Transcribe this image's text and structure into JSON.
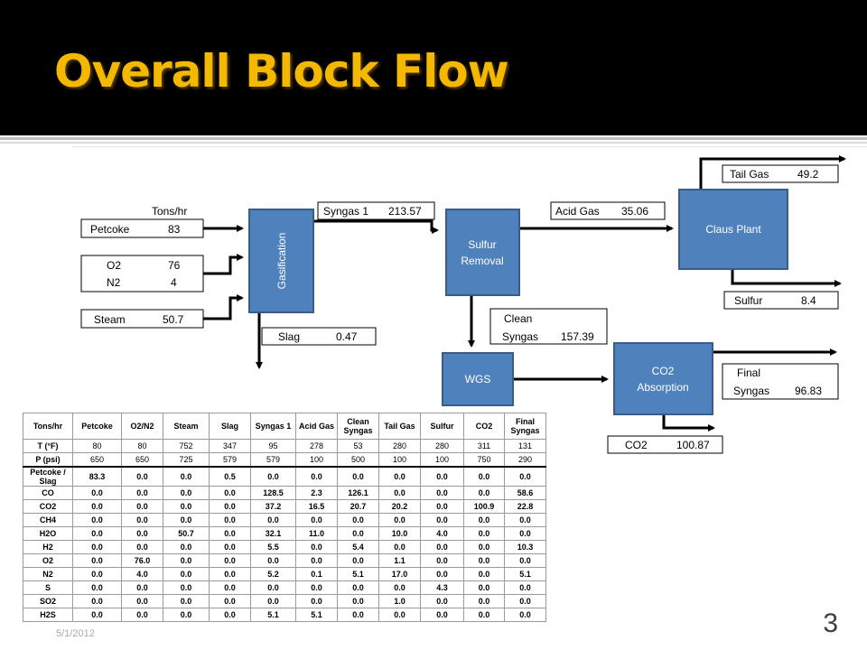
{
  "slide": {
    "title": "Overall Block Flow",
    "page_number": "3",
    "date": "5/1/2012"
  },
  "units_label": "Tons/hr",
  "inputs": {
    "petcoke": {
      "label": "Petcoke",
      "value": "83"
    },
    "o2": {
      "label": "O2",
      "value": "76"
    },
    "n2": {
      "label": "N2",
      "value": "4"
    },
    "steam": {
      "label": "Steam",
      "value": "50.7"
    }
  },
  "blocks": {
    "gasification": "Gasification",
    "sulfur_removal": [
      "Sulfur",
      "Removal"
    ],
    "claus_plant": "Claus Plant",
    "wgs": "WGS",
    "co2_absorption": [
      "CO2",
      "Absorption"
    ]
  },
  "streams": {
    "syngas1": {
      "label": "Syngas 1",
      "value": "213.57"
    },
    "acid_gas": {
      "label": "Acid Gas",
      "value": "35.06"
    },
    "tail_gas": {
      "label": "Tail Gas",
      "value": "49.2"
    },
    "sulfur": {
      "label": "Sulfur",
      "value": "8.4"
    },
    "slag": {
      "label": "Slag",
      "value": "0.47"
    },
    "clean_syngas": {
      "label1": "Clean",
      "label2": "Syngas",
      "value": "157.39"
    },
    "final_syngas": {
      "label1": "Final",
      "label2": "Syngas",
      "value": "96.83"
    },
    "co2": {
      "label": "CO2",
      "value": "100.87"
    }
  },
  "colors": {
    "block_fill": "#4f81bd",
    "block_stroke": "#385d8a",
    "title": "#f5b800",
    "header_bg": "#000000"
  },
  "table": {
    "headers": [
      "Tons/hr",
      "Petcoke",
      "O2/N2",
      "Steam",
      "Slag",
      "Syngas 1",
      "Acid Gas",
      "Clean Syngas",
      "Tail Gas",
      "Sulfur",
      "CO2",
      "Final Syngas"
    ],
    "conditions": [
      [
        "T (°F)",
        "80",
        "80",
        "752",
        "347",
        "95",
        "278",
        "53",
        "280",
        "280",
        "311",
        "131"
      ],
      [
        "P (psi)",
        "650",
        "650",
        "725",
        "579",
        "579",
        "100",
        "500",
        "100",
        "100",
        "750",
        "290"
      ]
    ],
    "rows": [
      [
        "Petcoke / Slag",
        "83.3",
        "0.0",
        "0.0",
        "0.5",
        "0.0",
        "0.0",
        "0.0",
        "0.0",
        "0.0",
        "0.0",
        "0.0"
      ],
      [
        "CO",
        "0.0",
        "0.0",
        "0.0",
        "0.0",
        "128.5",
        "2.3",
        "126.1",
        "0.0",
        "0.0",
        "0.0",
        "58.6"
      ],
      [
        "CO2",
        "0.0",
        "0.0",
        "0.0",
        "0.0",
        "37.2",
        "16.5",
        "20.7",
        "20.2",
        "0.0",
        "100.9",
        "22.8"
      ],
      [
        "CH4",
        "0.0",
        "0.0",
        "0.0",
        "0.0",
        "0.0",
        "0.0",
        "0.0",
        "0.0",
        "0.0",
        "0.0",
        "0.0"
      ],
      [
        "H2O",
        "0.0",
        "0.0",
        "50.7",
        "0.0",
        "32.1",
        "11.0",
        "0.0",
        "10.0",
        "4.0",
        "0.0",
        "0.0"
      ],
      [
        "H2",
        "0.0",
        "0.0",
        "0.0",
        "0.0",
        "5.5",
        "0.0",
        "5.4",
        "0.0",
        "0.0",
        "0.0",
        "10.3"
      ],
      [
        "O2",
        "0.0",
        "76.0",
        "0.0",
        "0.0",
        "0.0",
        "0.0",
        "0.0",
        "1.1",
        "0.0",
        "0.0",
        "0.0"
      ],
      [
        "N2",
        "0.0",
        "4.0",
        "0.0",
        "0.0",
        "5.2",
        "0.1",
        "5.1",
        "17.0",
        "0.0",
        "0.0",
        "5.1"
      ],
      [
        "S",
        "0.0",
        "0.0",
        "0.0",
        "0.0",
        "0.0",
        "0.0",
        "0.0",
        "0.0",
        "4.3",
        "0.0",
        "0.0"
      ],
      [
        "SO2",
        "0.0",
        "0.0",
        "0.0",
        "0.0",
        "0.0",
        "0.0",
        "0.0",
        "1.0",
        "0.0",
        "0.0",
        "0.0"
      ],
      [
        "H2S",
        "0.0",
        "0.0",
        "0.0",
        "0.0",
        "5.1",
        "5.1",
        "0.0",
        "0.0",
        "0.0",
        "0.0",
        "0.0"
      ]
    ]
  }
}
